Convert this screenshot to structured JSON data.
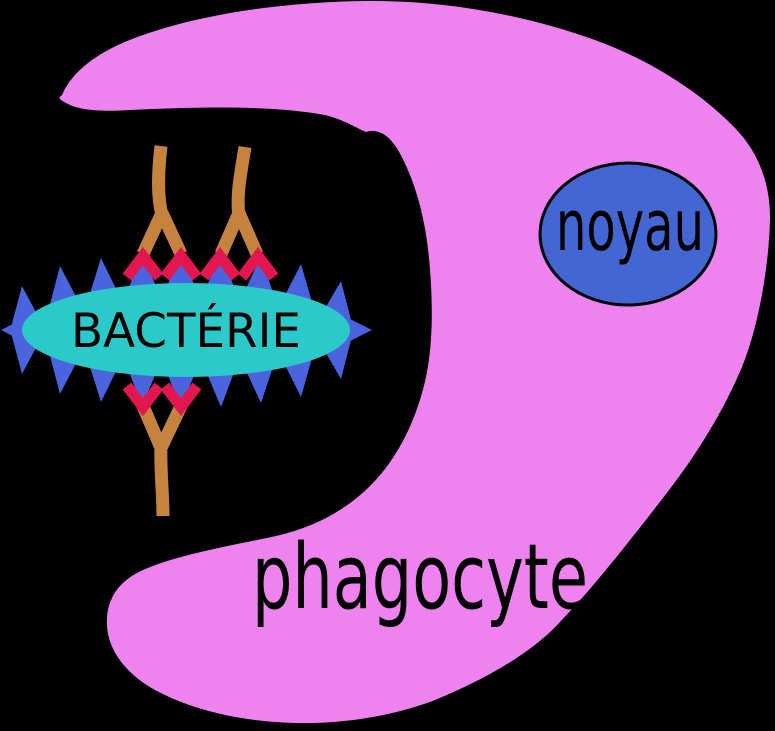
{
  "diagram": {
    "labels": {
      "bacterium": "BACTÉRIE",
      "nucleus": "noyau",
      "phagocyte": "phagocyte"
    },
    "colors": {
      "background": "#000000",
      "phagocyte_body": "#EE82EE",
      "nucleus_fill": "#4366D2",
      "nucleus_outline": "#000000",
      "bacterium_body": "#2BC9C9",
      "spike": "#4B63DC",
      "antibody": "#C5833F",
      "antibody_tip": "#E3174F",
      "label_text": "#000000"
    }
  }
}
